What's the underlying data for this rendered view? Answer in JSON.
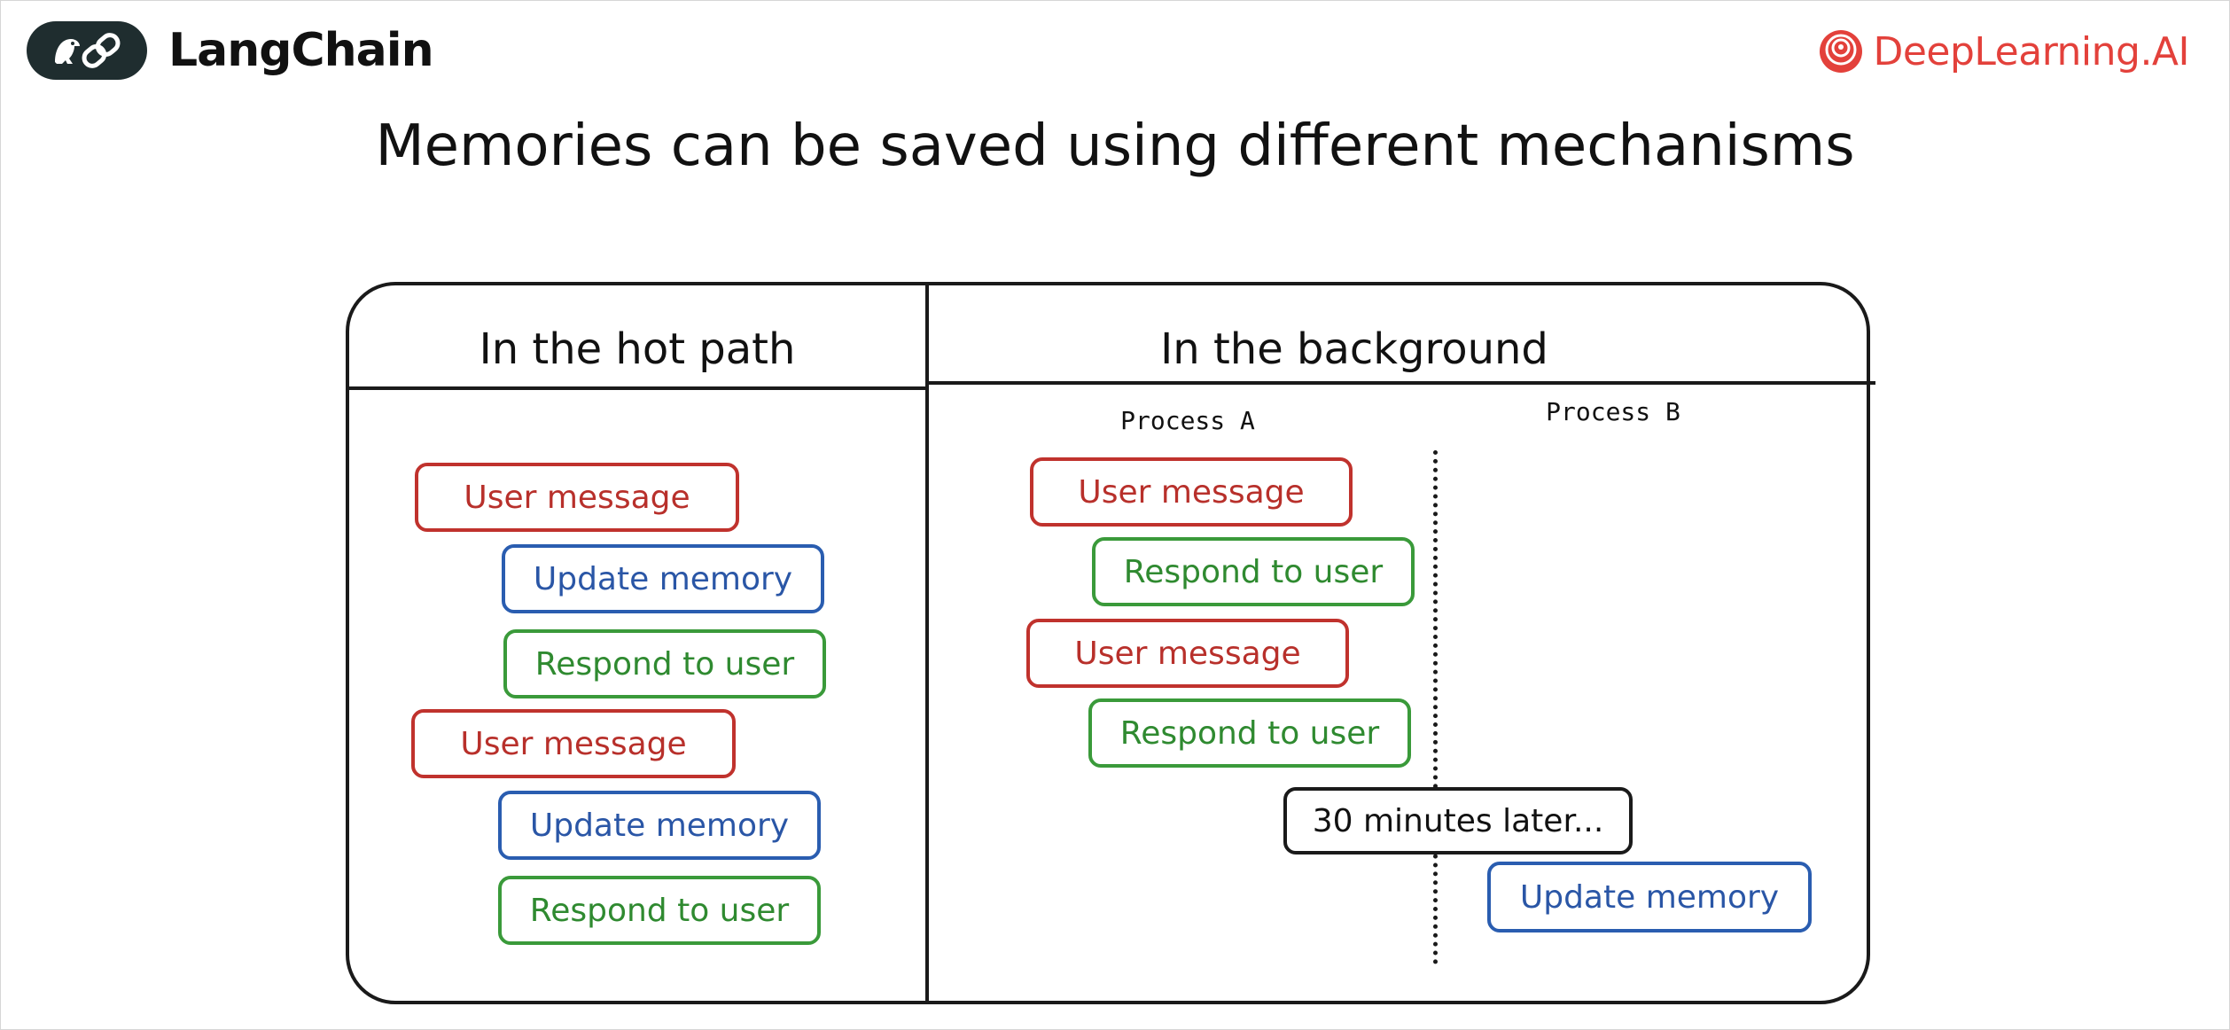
{
  "header": {
    "left_logo_text": "LangChain",
    "right_logo_text": "DeepLearning.AI"
  },
  "title": "Memories can be saved using different mechanisms",
  "diagram": {
    "hot_path": {
      "heading": "In the hot path",
      "steps": [
        {
          "label": "User message",
          "kind": "user"
        },
        {
          "label": "Update memory",
          "kind": "memory"
        },
        {
          "label": "Respond to user",
          "kind": "respond"
        },
        {
          "label": "User message",
          "kind": "user"
        },
        {
          "label": "Update memory",
          "kind": "memory"
        },
        {
          "label": "Respond to user",
          "kind": "respond"
        }
      ]
    },
    "background": {
      "heading": "In the background",
      "process_a_label": "Process A",
      "process_b_label": "Process B",
      "process_a_steps": [
        {
          "label": "User message",
          "kind": "user"
        },
        {
          "label": "Respond to user",
          "kind": "respond"
        },
        {
          "label": "User message",
          "kind": "user"
        },
        {
          "label": "Respond to user",
          "kind": "respond"
        }
      ],
      "delay_label": "30 minutes later...",
      "process_b_steps": [
        {
          "label": "Update memory",
          "kind": "memory"
        }
      ]
    }
  },
  "colors": {
    "user": "#c0322d",
    "memory": "#2a5db0",
    "respond": "#3a9a3a",
    "brand_deeplearning": "#e3413b",
    "badge_bg": "#1f2d2f"
  }
}
